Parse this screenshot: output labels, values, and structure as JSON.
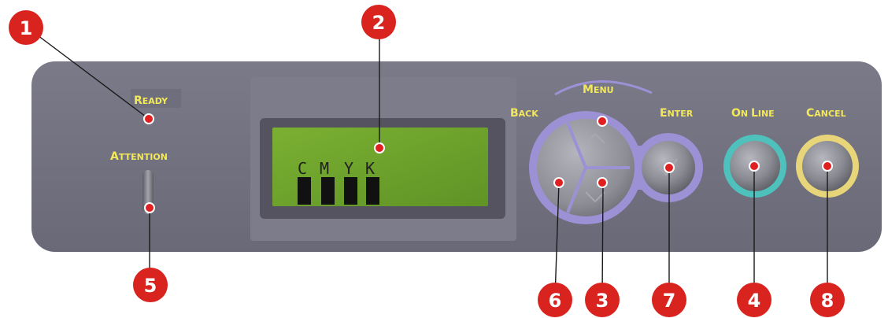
{
  "panel": {
    "labels": {
      "ready_cap": "R",
      "ready_rest": "EADY",
      "attention_cap": "A",
      "attention_rest": "TTENTION",
      "menu_cap": "M",
      "menu_rest": "ENU",
      "back_cap": "B",
      "back_rest": "ACK",
      "enter_cap": "E",
      "enter_rest": "NTER",
      "online_cap1": "O",
      "online_rest1": "N ",
      "online_cap2": "L",
      "online_rest2": "INE",
      "cancel_cap": "C",
      "cancel_rest": "ANCEL"
    },
    "lcd": {
      "letters": [
        "C",
        "M",
        "Y",
        "K"
      ]
    },
    "colors": {
      "panel": "#727180",
      "lcd": "#6fa32a",
      "label": "#f2e85a",
      "callout": "#d8231f",
      "menu_ring": "#9d91d6",
      "online_ring": "#4fc1bd",
      "cancel_ring": "#e8d579"
    }
  },
  "callouts": [
    "1",
    "2",
    "3",
    "4",
    "5",
    "6",
    "7",
    "8"
  ]
}
